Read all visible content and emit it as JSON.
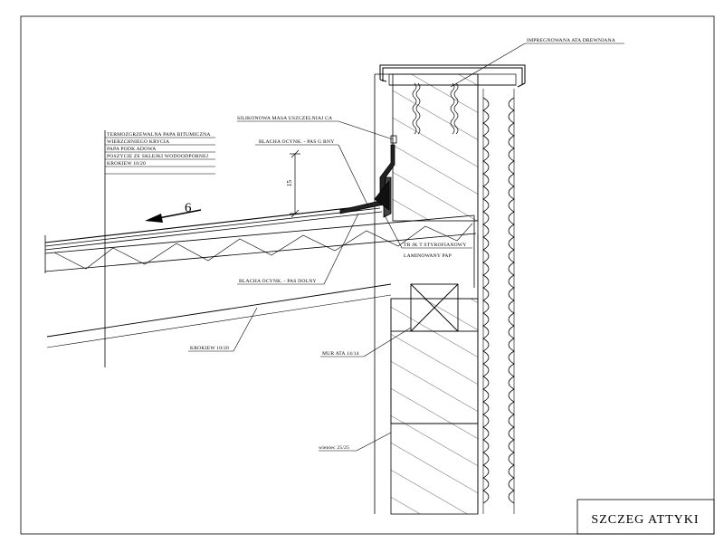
{
  "title_block": {
    "title": "SZCZEG    ATTYKI"
  },
  "labels": {
    "impregnated_strip": "IMPREGNOWANA   ATA DREWNIANA",
    "silicone_sealant": "SILIKONOWA MASA USZCZELNIAJ  CA",
    "upper_flashing": "BLACHA OCYNK. - PAS G  RNY",
    "styrofoam_strip": "TR  JK  T STYROFIANOWY",
    "laminated_felt": "LAMINOWANY PAP",
    "lower_flashing": "BLACHA OCYNK. - PAS DOLNY",
    "rafter_lower": "KROKIEW 10/20",
    "wall_plate": "MUR  ATA 14/14",
    "ring_beam": "wieniec 25/25"
  },
  "roof_layers": [
    "TERMOZGRZEWALNA PAPA BITUMICZNA",
    "WIERZCHNIEGO KRYCIA",
    "PAPA PODK  ADOWA",
    "POSZYCIE ZE SKLEJKI WODOODPORNEJ",
    "KROKIEW 10/20"
  ],
  "dimension": "15",
  "slope_arrow": "6"
}
